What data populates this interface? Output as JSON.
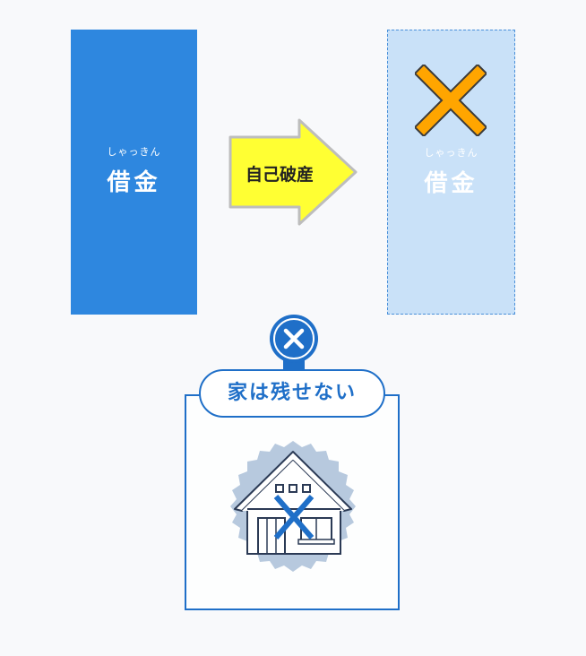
{
  "before": {
    "ruby": "しゃっきん",
    "label": "借金"
  },
  "arrow": {
    "label": "自己破産"
  },
  "after": {
    "ruby": "しゃっきん",
    "label": "借金",
    "mark_icon": "cross-mark-icon"
  },
  "consequence": {
    "icon": "ban-icon",
    "label": "家は残せない",
    "illustration": "house-crossed-icon"
  },
  "colors": {
    "debt_blue": "#2e87df",
    "faded_blue": "#c9e1f8",
    "arrow_yellow": "#ffff33",
    "cross_orange": "#ffa500",
    "accent_blue": "#1f6fc8",
    "badge_gray_blue": "#b7c9de"
  }
}
